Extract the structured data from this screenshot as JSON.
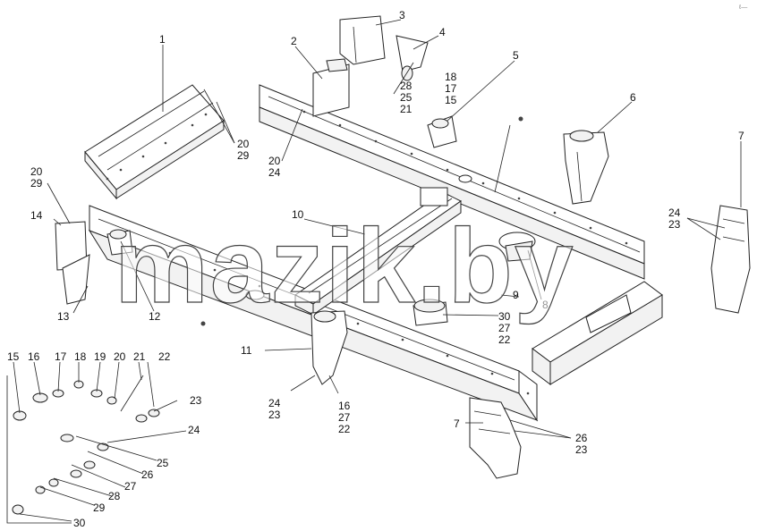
{
  "watermark": "mazik.by",
  "corner_mark": "ℓ—",
  "labels": {
    "l1": "1",
    "l2": "2",
    "l3": "3",
    "l4": "4",
    "l5": "5",
    "l6": "6",
    "l7a": "7",
    "l7b": "7",
    "l8": "8",
    "l9": "9",
    "l10": "10",
    "l11": "11",
    "l12": "12",
    "l13": "13",
    "l14": "14",
    "s2029a_1": "20",
    "s2029a_2": "29",
    "s2029b_1": "20",
    "s2029b_2": "29",
    "s2024_1": "20",
    "s2024_2": "24",
    "s282521_1": "28",
    "s282521_2": "25",
    "s282521_3": "21",
    "s181715_1": "18",
    "s181715_2": "17",
    "s181715_3": "15",
    "s2423a_1": "24",
    "s2423a_2": "23",
    "s302722_1": "30",
    "s302722_2": "27",
    "s302722_3": "22",
    "s2423b_1": "24",
    "s2423b_2": "23",
    "s162722_1": "16",
    "s162722_2": "27",
    "s162722_3": "22",
    "s2623_1": "26",
    "s2623_2": "23",
    "k15": "15",
    "k16": "16",
    "k17": "17",
    "k18": "18",
    "k19": "19",
    "k20": "20",
    "k21": "21",
    "k22": "22",
    "k23": "23",
    "k24": "24",
    "k25": "25",
    "k26": "26",
    "k27": "27",
    "k28": "28",
    "k29": "29",
    "k30": "30"
  }
}
